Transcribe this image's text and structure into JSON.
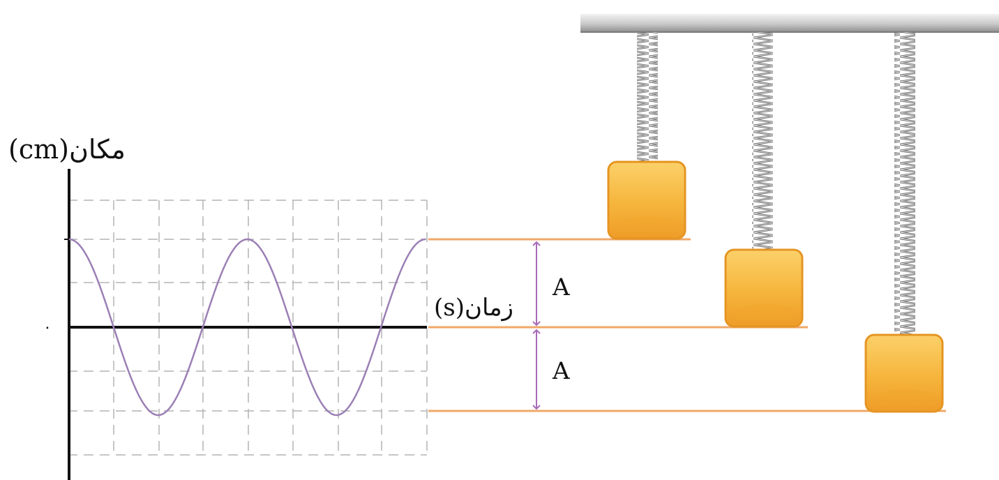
{
  "graph": {
    "y_axis_label": "(cm)مکان",
    "x_axis_label": "(s)زمان",
    "origin_label": "۰",
    "grid_style": "dashed",
    "curve_color": "#9b7fb5"
  },
  "amplitude": {
    "upper_label": "A",
    "lower_label": "A",
    "arrow_color": "#a86ab8"
  },
  "springs": {
    "count": 3,
    "block_color": "#f7b733",
    "line_color": "#f0a868"
  }
}
